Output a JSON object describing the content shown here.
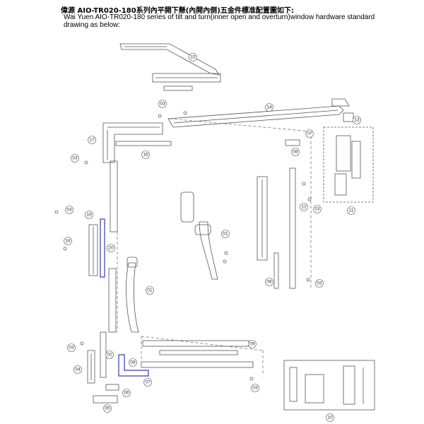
{
  "header": {
    "title": "偉源 AIO-TR020-180系列內平開下懸(內開內倒)五金件標准配置圖如下:",
    "subtitle_line1": "Wai Yuen AIO-TR020-180 series of tilt and turn(inner open and overturn)window hardware standard",
    "subtitle_line2": "drawing as below:"
  },
  "colors": {
    "line": "#555555",
    "accent": "#3a3ab0",
    "frame_dash": "#777777"
  },
  "labels": [
    {
      "id": "15",
      "text": "15"
    },
    {
      "id": "14",
      "text": "14"
    },
    {
      "id": "13",
      "text": "13"
    },
    {
      "id": "03a",
      "text": "03"
    },
    {
      "id": "17",
      "text": "17"
    },
    {
      "id": "16",
      "text": "16"
    },
    {
      "id": "07a",
      "text": "07"
    },
    {
      "id": "08a",
      "text": "08"
    },
    {
      "id": "03b",
      "text": "03"
    },
    {
      "id": "11",
      "text": "11"
    },
    {
      "id": "12",
      "text": "12"
    },
    {
      "id": "03c",
      "text": "03"
    },
    {
      "id": "03d",
      "text": "03"
    },
    {
      "id": "19",
      "text": "19"
    },
    {
      "id": "18",
      "text": "18"
    },
    {
      "id": "20",
      "text": "20"
    },
    {
      "id": "01a",
      "text": "01"
    },
    {
      "id": "01b",
      "text": "01"
    },
    {
      "id": "09a",
      "text": "09"
    },
    {
      "id": "03e",
      "text": "03"
    },
    {
      "id": "03f",
      "text": "03"
    },
    {
      "id": "02",
      "text": "02"
    },
    {
      "id": "04",
      "text": "04"
    },
    {
      "id": "08b",
      "text": "08"
    },
    {
      "id": "07b",
      "text": "07"
    },
    {
      "id": "06",
      "text": "06"
    },
    {
      "id": "05",
      "text": "05"
    },
    {
      "id": "09b",
      "text": "09"
    },
    {
      "id": "03g",
      "text": "03"
    },
    {
      "id": "10",
      "text": "10"
    }
  ]
}
